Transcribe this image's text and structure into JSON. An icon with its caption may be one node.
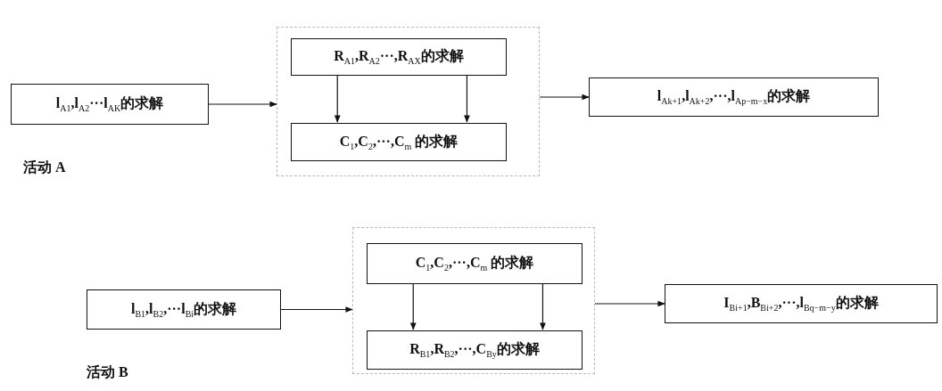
{
  "diagram": {
    "nodes": [
      {
        "text": [
          "l$_{A1}$,l$_{A2}$···l$_{AK}$的求解"
        ]
      },
      {
        "text": [],
        "shape": "box"
      },
      {
        "text": [
          "R$_{A1}$,R$_{A2}$···,R$_{AX}$的求解"
        ],
        "in": 1
      },
      {
        "text": [
          "C$_{1}$,C$_{2}$,···,C$_{m}$ 的求解"
        ],
        "in": 1
      },
      {
        "text": [
          "l$_{Ak+1}$,l$_{Ak+2}$,···,l$_{Ap−m−x}$的求解"
        ]
      },
      {
        "text": [
          "l$_{B1}$,l$_{B2}$,···l$_{Bi}$的求解"
        ]
      },
      {
        "text": [],
        "shape": "box"
      },
      {
        "text": [
          "C$_{1}$,C$_{2}$,···,C$_{m}$ 的求解"
        ],
        "in": 6
      },
      {
        "text": [
          "R$_{B1}$,R$_{B2}$,···,C$_{By}$的求解"
        ],
        "in": 6
      },
      {
        "text": [
          "I$_{Bi+1}$,B$_{Bi+2}$,···,l$_{Bq−m−y}$的求解"
        ]
      }
    ],
    "edges": [
      {
        "from": 0,
        "to": 1,
        "arrow": "to"
      },
      {
        "from": 2,
        "to": 3,
        "arrow": "to"
      },
      {
        "from": 2,
        "to": 3,
        "arrow": "to"
      },
      {
        "from": 1,
        "to": 4,
        "arrow": "to"
      },
      {
        "from": 5,
        "to": 6,
        "arrow": "to"
      },
      {
        "from": 7,
        "to": 8,
        "arrow": "to"
      },
      {
        "from": 7,
        "to": 8,
        "arrow": "to"
      },
      {
        "from": 6,
        "to": 9,
        "arrow": "to"
      }
    ],
    "labels": [
      "活动 A",
      "活动 B"
    ]
  }
}
